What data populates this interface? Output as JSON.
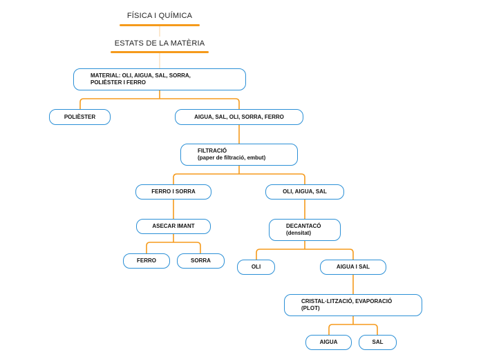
{
  "title": "FÍSICA I QUÍMICA",
  "subtitle": "ESTATS DE LA MATÈRIA",
  "accent_color": "#f59a1b",
  "node_border_color": "#2a8fd6",
  "nodes": {
    "material": "MATERIAL: OLI, AIGUA, SAL, SORRA,\nPOLIÈSTER I FERRO",
    "poliester": "POLIÈSTER",
    "aigua_sal_oli_sorra_ferro": "AIGUA, SAL, OLI, SORRA, FERRO",
    "filtracio": "FILTRACIÓ\n(paper de filtració, embut)",
    "ferro_i_sorra": "FERRO I SORRA",
    "oli_aigua_sal": "OLI, AIGUA, SAL",
    "asecar_imant": "ASECAR IMANT",
    "decantacio": "DECANTACÓ\n(densitat)",
    "ferro": "FERRO",
    "sorra": "SORRA",
    "oli": "OLI",
    "aigua_i_sal": "AIGUA I SAL",
    "cristallitzacio": "CRISTAL·LITZACIÓ, EVAPORACIÓ\n(PLOT)",
    "aigua": "AIGUA",
    "sal": "SAL"
  }
}
